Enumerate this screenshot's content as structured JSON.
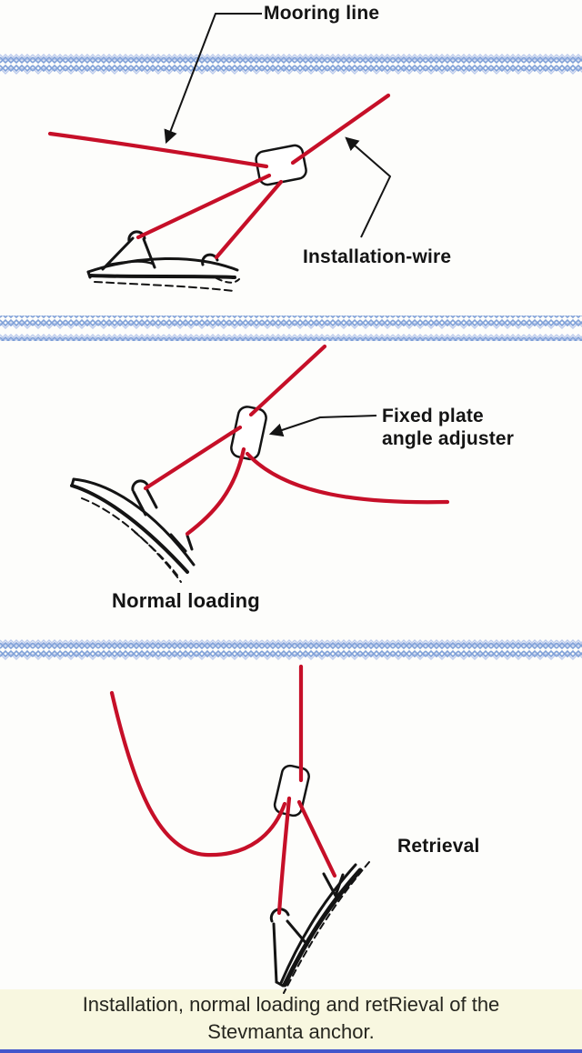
{
  "figure": {
    "type": "technical-diagram",
    "panels": [
      {
        "id": "installation",
        "labels": {
          "mooring_line": "Mooring line",
          "installation_wire": "Installation-wire"
        }
      },
      {
        "id": "normal-loading",
        "labels": {
          "adjuster_line1": "Fixed plate",
          "adjuster_line2": "angle adjuster",
          "panel_caption": "Normal loading"
        }
      },
      {
        "id": "retrieval",
        "labels": {
          "panel_caption": "Retrieval"
        }
      }
    ],
    "caption": {
      "line1": "Installation, normal loading and retRieval of the",
      "line2": "Stevmanta anchor."
    },
    "colors": {
      "rope_red": "#c60f28",
      "wave_blue": "#7fa0d8",
      "wave_blue_light": "#bccbec",
      "ink_black": "#141414",
      "caption_background": "#f8f7e0",
      "bottom_bar_blue": "#4356cb",
      "page_background": "#fdfdfb"
    }
  }
}
